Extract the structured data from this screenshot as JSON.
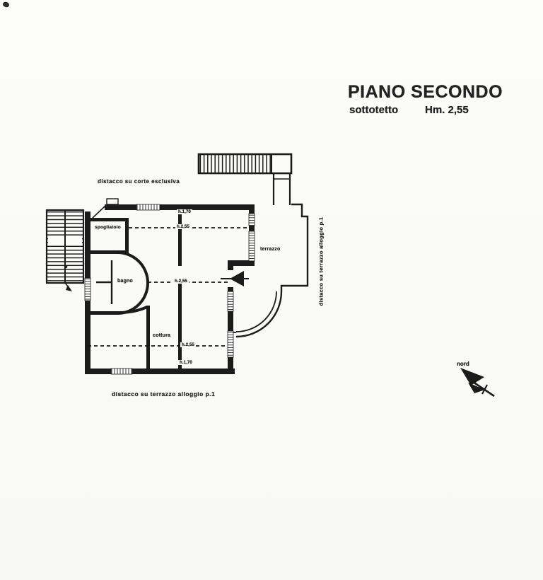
{
  "header": {
    "title": "PIANO SECONDO",
    "subtitle": "sottotetto",
    "height_note": "Hm. 2,55"
  },
  "plan": {
    "annotation_top": "distacco su corte  esclusiva",
    "annotation_right": "distacco su terrazzo alloggio p.1",
    "annotation_bottom": "distacco su terrazzo alloggio p.1",
    "rooms": {
      "spogliatoio": "spogliatoio",
      "bagno": "bagno",
      "cottura": "cottura",
      "terrazzo": "terrazzo"
    },
    "height_labels": {
      "top": "h.1,70",
      "line1": "h.2,55",
      "line2": "h.2,55",
      "line3": "h.2,55",
      "bottom": "h.1,70"
    },
    "compass_label": "nord"
  },
  "colors": {
    "ink": "#1b1b1b",
    "paper": "#fbfbfa"
  }
}
